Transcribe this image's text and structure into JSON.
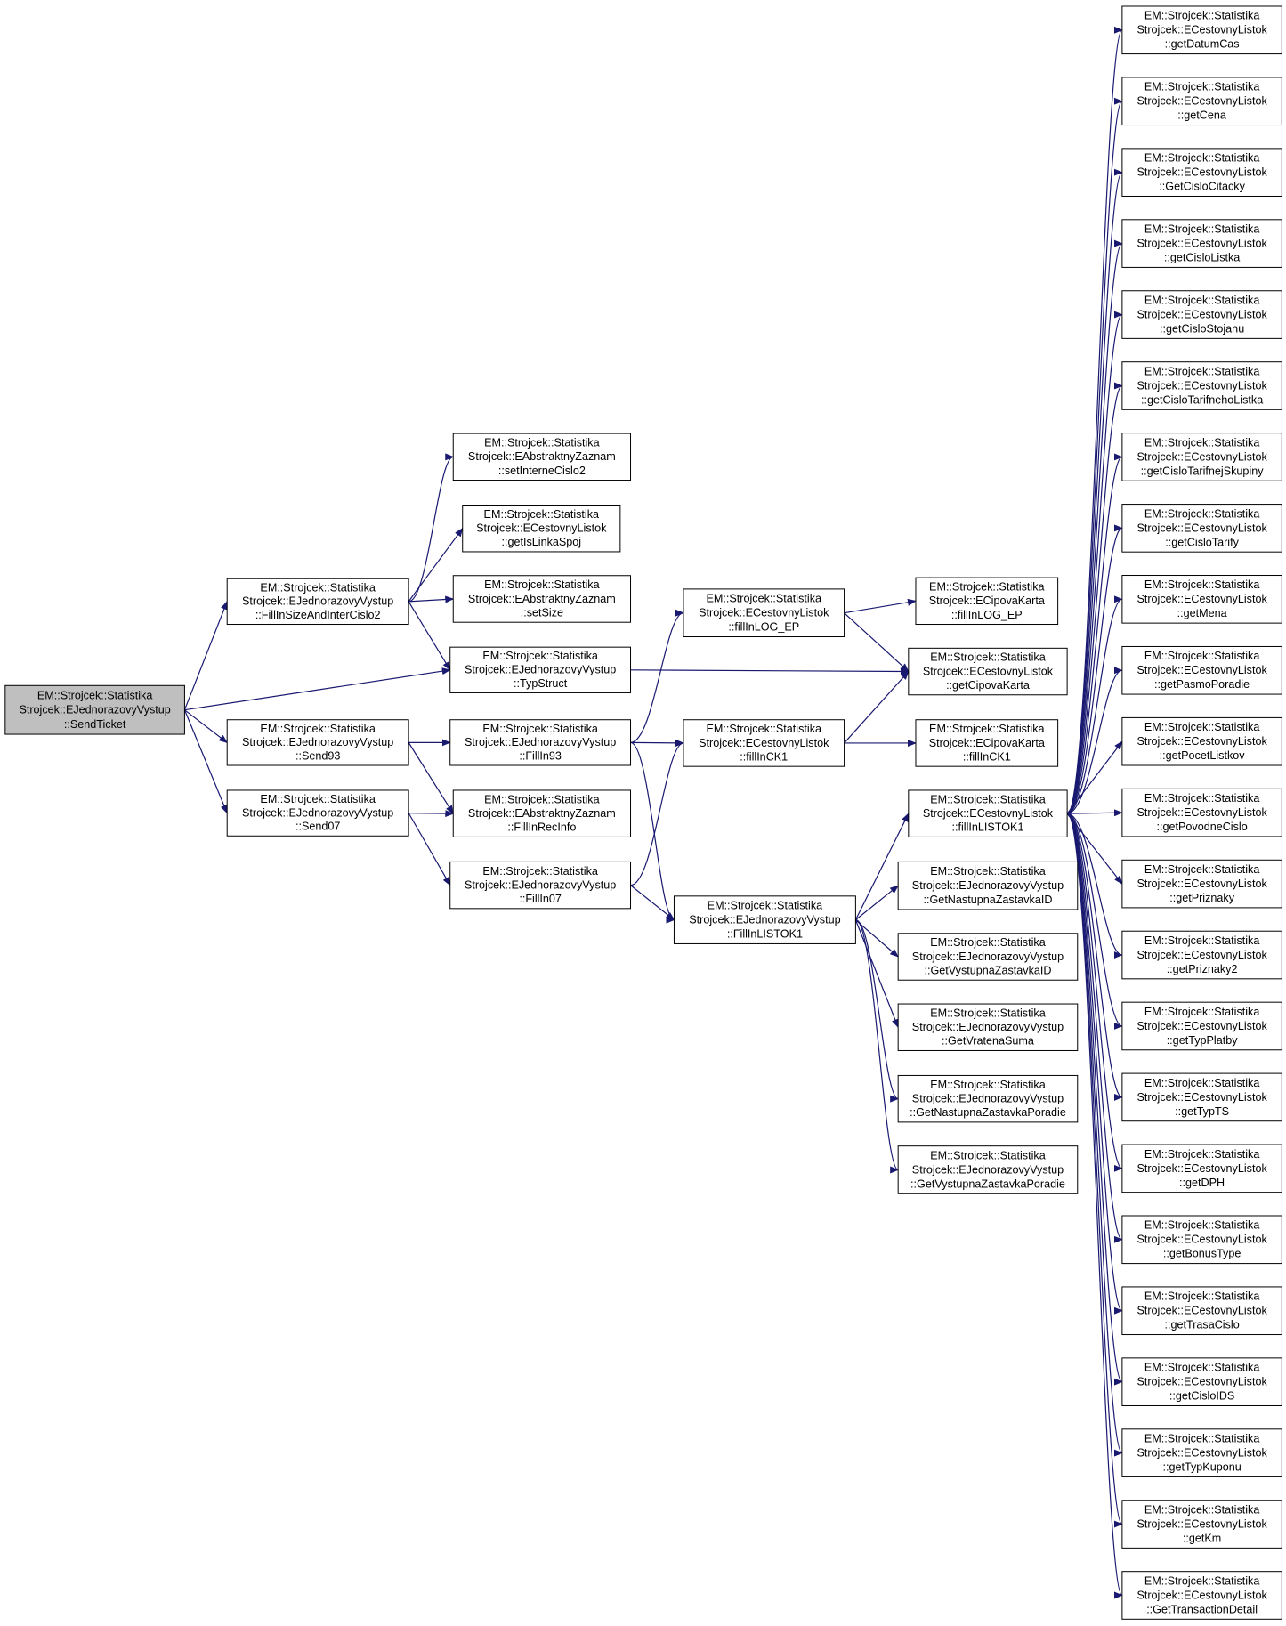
{
  "diagram": {
    "type": "call-graph",
    "colors": {
      "edge": "#191970",
      "node_border": "#000000",
      "node_fill": "#ffffff",
      "root_fill": "#bfbfbf",
      "text": "#000000"
    },
    "nodes": [
      {
        "id": "sendticket",
        "lines": [
          "EM::Strojcek::Statistika",
          "Strojcek::EJednorazovyVystup",
          "::SendTicket"
        ],
        "root": true
      },
      {
        "id": "fillinsize",
        "lines": [
          "EM::Strojcek::Statistika",
          "Strojcek::EJednorazovyVystup",
          "::FillInSizeAndInterCislo2"
        ]
      },
      {
        "id": "typstruct",
        "lines": [
          "EM::Strojcek::Statistika",
          "Strojcek::EJednorazovyVystup",
          "::TypStruct"
        ]
      },
      {
        "id": "send93",
        "lines": [
          "EM::Strojcek::Statistika",
          "Strojcek::EJednorazovyVystup",
          "::Send93"
        ]
      },
      {
        "id": "send07",
        "lines": [
          "EM::Strojcek::Statistika",
          "Strojcek::EJednorazovyVystup",
          "::Send07"
        ]
      },
      {
        "id": "setinterne",
        "lines": [
          "EM::Strojcek::Statistika",
          "Strojcek::EAbstraktnyZaznam",
          "::setInterneCislo2"
        ]
      },
      {
        "id": "getislinka",
        "lines": [
          "EM::Strojcek::Statistika",
          "Strojcek::ECestovnyListok",
          "::getIsLinkaSpoj"
        ]
      },
      {
        "id": "setsize",
        "lines": [
          "EM::Strojcek::Statistika",
          "Strojcek::EAbstraktnyZaznam",
          "::setSize"
        ]
      },
      {
        "id": "fillin93",
        "lines": [
          "EM::Strojcek::Statistika",
          "Strojcek::EJednorazovyVystup",
          "::FillIn93"
        ]
      },
      {
        "id": "fillinrecinfo",
        "lines": [
          "EM::Strojcek::Statistika",
          "Strojcek::EAbstraktnyZaznam",
          "::FillInRecInfo"
        ]
      },
      {
        "id": "fillin07",
        "lines": [
          "EM::Strojcek::Statistika",
          "Strojcek::EJednorazovyVystup",
          "::FillIn07"
        ]
      },
      {
        "id": "filllogep",
        "lines": [
          "EM::Strojcek::Statistika",
          "Strojcek::ECestovnyListok",
          "::fillInLOG_EP"
        ]
      },
      {
        "id": "fillinck1",
        "lines": [
          "EM::Strojcek::Statistika",
          "Strojcek::ECestovnyListok",
          "::fillInCK1"
        ]
      },
      {
        "id": "fillinlistok1_ej",
        "lines": [
          "EM::Strojcek::Statistika",
          "Strojcek::EJednorazovyVystup",
          "::FillInLISTOK1"
        ]
      },
      {
        "id": "cip_filllogep",
        "lines": [
          "EM::Strojcek::Statistika",
          "Strojcek::ECipovaKarta",
          "::fillInLOG_EP"
        ]
      },
      {
        "id": "getcipova",
        "lines": [
          "EM::Strojcek::Statistika",
          "Strojcek::ECestovnyListok",
          "::getCipovaKarta"
        ]
      },
      {
        "id": "cip_fillinck1",
        "lines": [
          "EM::Strojcek::Statistika",
          "Strojcek::ECipovaKarta",
          "::fillInCK1"
        ]
      },
      {
        "id": "fillinlistok1_ec",
        "lines": [
          "EM::Strojcek::Statistika",
          "Strojcek::ECestovnyListok",
          "::fillInLISTOK1"
        ]
      },
      {
        "id": "getnastid",
        "lines": [
          "EM::Strojcek::Statistika",
          "Strojcek::EJednorazovyVystup",
          "::GetNastupnaZastavkaID"
        ]
      },
      {
        "id": "getvystid",
        "lines": [
          "EM::Strojcek::Statistika",
          "Strojcek::EJednorazovyVystup",
          "::GetVystupnaZastavkaID"
        ]
      },
      {
        "id": "getvratena",
        "lines": [
          "EM::Strojcek::Statistika",
          "Strojcek::EJednorazovyVystup",
          "::GetVratenaSuma"
        ]
      },
      {
        "id": "getnastpor",
        "lines": [
          "EM::Strojcek::Statistika",
          "Strojcek::EJednorazovyVystup",
          "::GetNastupnaZastavkaPoradie"
        ]
      },
      {
        "id": "getvystpor",
        "lines": [
          "EM::Strojcek::Statistika",
          "Strojcek::EJednorazovyVystup",
          "::GetVystupnaZastavkaPoradie"
        ]
      },
      {
        "id": "r00",
        "lines": [
          "EM::Strojcek::Statistika",
          "Strojcek::ECestovnyListok",
          "::getDatumCas"
        ]
      },
      {
        "id": "r01",
        "lines": [
          "EM::Strojcek::Statistika",
          "Strojcek::ECestovnyListok",
          "::getCena"
        ]
      },
      {
        "id": "r02",
        "lines": [
          "EM::Strojcek::Statistika",
          "Strojcek::ECestovnyListok",
          "::GetCisloCitacky"
        ]
      },
      {
        "id": "r03",
        "lines": [
          "EM::Strojcek::Statistika",
          "Strojcek::ECestovnyListok",
          "::getCisloListka"
        ]
      },
      {
        "id": "r04",
        "lines": [
          "EM::Strojcek::Statistika",
          "Strojcek::ECestovnyListok",
          "::getCisloStojanu"
        ]
      },
      {
        "id": "r05",
        "lines": [
          "EM::Strojcek::Statistika",
          "Strojcek::ECestovnyListok",
          "::getCisloTarifnehoListka"
        ]
      },
      {
        "id": "r06",
        "lines": [
          "EM::Strojcek::Statistika",
          "Strojcek::ECestovnyListok",
          "::getCisloTarifnejSkupiny"
        ]
      },
      {
        "id": "r07",
        "lines": [
          "EM::Strojcek::Statistika",
          "Strojcek::ECestovnyListok",
          "::getCisloTarify"
        ]
      },
      {
        "id": "r08",
        "lines": [
          "EM::Strojcek::Statistika",
          "Strojcek::ECestovnyListok",
          "::getMena"
        ]
      },
      {
        "id": "r09",
        "lines": [
          "EM::Strojcek::Statistika",
          "Strojcek::ECestovnyListok",
          "::getPasmoPoradie"
        ]
      },
      {
        "id": "r10",
        "lines": [
          "EM::Strojcek::Statistika",
          "Strojcek::ECestovnyListok",
          "::getPocetListkov"
        ]
      },
      {
        "id": "r11",
        "lines": [
          "EM::Strojcek::Statistika",
          "Strojcek::ECestovnyListok",
          "::getPovodneCislo"
        ]
      },
      {
        "id": "r12",
        "lines": [
          "EM::Strojcek::Statistika",
          "Strojcek::ECestovnyListok",
          "::getPriznaky"
        ]
      },
      {
        "id": "r13",
        "lines": [
          "EM::Strojcek::Statistika",
          "Strojcek::ECestovnyListok",
          "::getPriznaky2"
        ]
      },
      {
        "id": "r14",
        "lines": [
          "EM::Strojcek::Statistika",
          "Strojcek::ECestovnyListok",
          "::getTypPlatby"
        ]
      },
      {
        "id": "r15",
        "lines": [
          "EM::Strojcek::Statistika",
          "Strojcek::ECestovnyListok",
          "::getTypTS"
        ]
      },
      {
        "id": "r16",
        "lines": [
          "EM::Strojcek::Statistika",
          "Strojcek::ECestovnyListok",
          "::getDPH"
        ]
      },
      {
        "id": "r17",
        "lines": [
          "EM::Strojcek::Statistika",
          "Strojcek::ECestovnyListok",
          "::getBonusType"
        ]
      },
      {
        "id": "r18",
        "lines": [
          "EM::Strojcek::Statistika",
          "Strojcek::ECestovnyListok",
          "::getTrasaCislo"
        ]
      },
      {
        "id": "r19",
        "lines": [
          "EM::Strojcek::Statistika",
          "Strojcek::ECestovnyListok",
          "::getCisloIDS"
        ]
      },
      {
        "id": "r20",
        "lines": [
          "EM::Strojcek::Statistika",
          "Strojcek::ECestovnyListok",
          "::getTypKuponu"
        ]
      },
      {
        "id": "r21",
        "lines": [
          "EM::Strojcek::Statistika",
          "Strojcek::ECestovnyListok",
          "::getKm"
        ]
      },
      {
        "id": "r22",
        "lines": [
          "EM::Strojcek::Statistika",
          "Strojcek::ECestovnyListok",
          "::GetTransactionDetail"
        ]
      }
    ],
    "edges": [
      [
        "sendticket",
        "fillinsize"
      ],
      [
        "sendticket",
        "typstruct"
      ],
      [
        "sendticket",
        "send93"
      ],
      [
        "sendticket",
        "send07"
      ],
      [
        "fillinsize",
        "setinterne"
      ],
      [
        "fillinsize",
        "getislinka"
      ],
      [
        "fillinsize",
        "setsize"
      ],
      [
        "fillinsize",
        "typstruct"
      ],
      [
        "typstruct",
        "getcipova"
      ],
      [
        "send93",
        "fillin93"
      ],
      [
        "send93",
        "fillinrecinfo"
      ],
      [
        "send07",
        "fillinrecinfo"
      ],
      [
        "send07",
        "fillin07"
      ],
      [
        "fillin93",
        "filllogep"
      ],
      [
        "fillin93",
        "fillinck1"
      ],
      [
        "fillin93",
        "fillinlistok1_ej"
      ],
      [
        "fillin07",
        "fillinck1"
      ],
      [
        "fillin07",
        "fillinlistok1_ej"
      ],
      [
        "filllogep",
        "cip_filllogep"
      ],
      [
        "filllogep",
        "getcipova"
      ],
      [
        "fillinck1",
        "getcipova"
      ],
      [
        "fillinck1",
        "cip_fillinck1"
      ],
      [
        "fillinlistok1_ej",
        "fillinlistok1_ec"
      ],
      [
        "fillinlistok1_ej",
        "getnastid"
      ],
      [
        "fillinlistok1_ej",
        "getvystid"
      ],
      [
        "fillinlistok1_ej",
        "getvratena"
      ],
      [
        "fillinlistok1_ej",
        "getnastpor"
      ],
      [
        "fillinlistok1_ej",
        "getvystpor"
      ],
      [
        "fillinlistok1_ec",
        "r00"
      ],
      [
        "fillinlistok1_ec",
        "r01"
      ],
      [
        "fillinlistok1_ec",
        "r02"
      ],
      [
        "fillinlistok1_ec",
        "r03"
      ],
      [
        "fillinlistok1_ec",
        "r04"
      ],
      [
        "fillinlistok1_ec",
        "r05"
      ],
      [
        "fillinlistok1_ec",
        "r06"
      ],
      [
        "fillinlistok1_ec",
        "r07"
      ],
      [
        "fillinlistok1_ec",
        "r08"
      ],
      [
        "fillinlistok1_ec",
        "r09"
      ],
      [
        "fillinlistok1_ec",
        "r10"
      ],
      [
        "fillinlistok1_ec",
        "r11"
      ],
      [
        "fillinlistok1_ec",
        "r12"
      ],
      [
        "fillinlistok1_ec",
        "r13"
      ],
      [
        "fillinlistok1_ec",
        "r14"
      ],
      [
        "fillinlistok1_ec",
        "r15"
      ],
      [
        "fillinlistok1_ec",
        "r16"
      ],
      [
        "fillinlistok1_ec",
        "r17"
      ],
      [
        "fillinlistok1_ec",
        "r18"
      ],
      [
        "fillinlistok1_ec",
        "r19"
      ],
      [
        "fillinlistok1_ec",
        "r20"
      ],
      [
        "fillinlistok1_ec",
        "r21"
      ],
      [
        "fillinlistok1_ec",
        "r22"
      ]
    ]
  }
}
